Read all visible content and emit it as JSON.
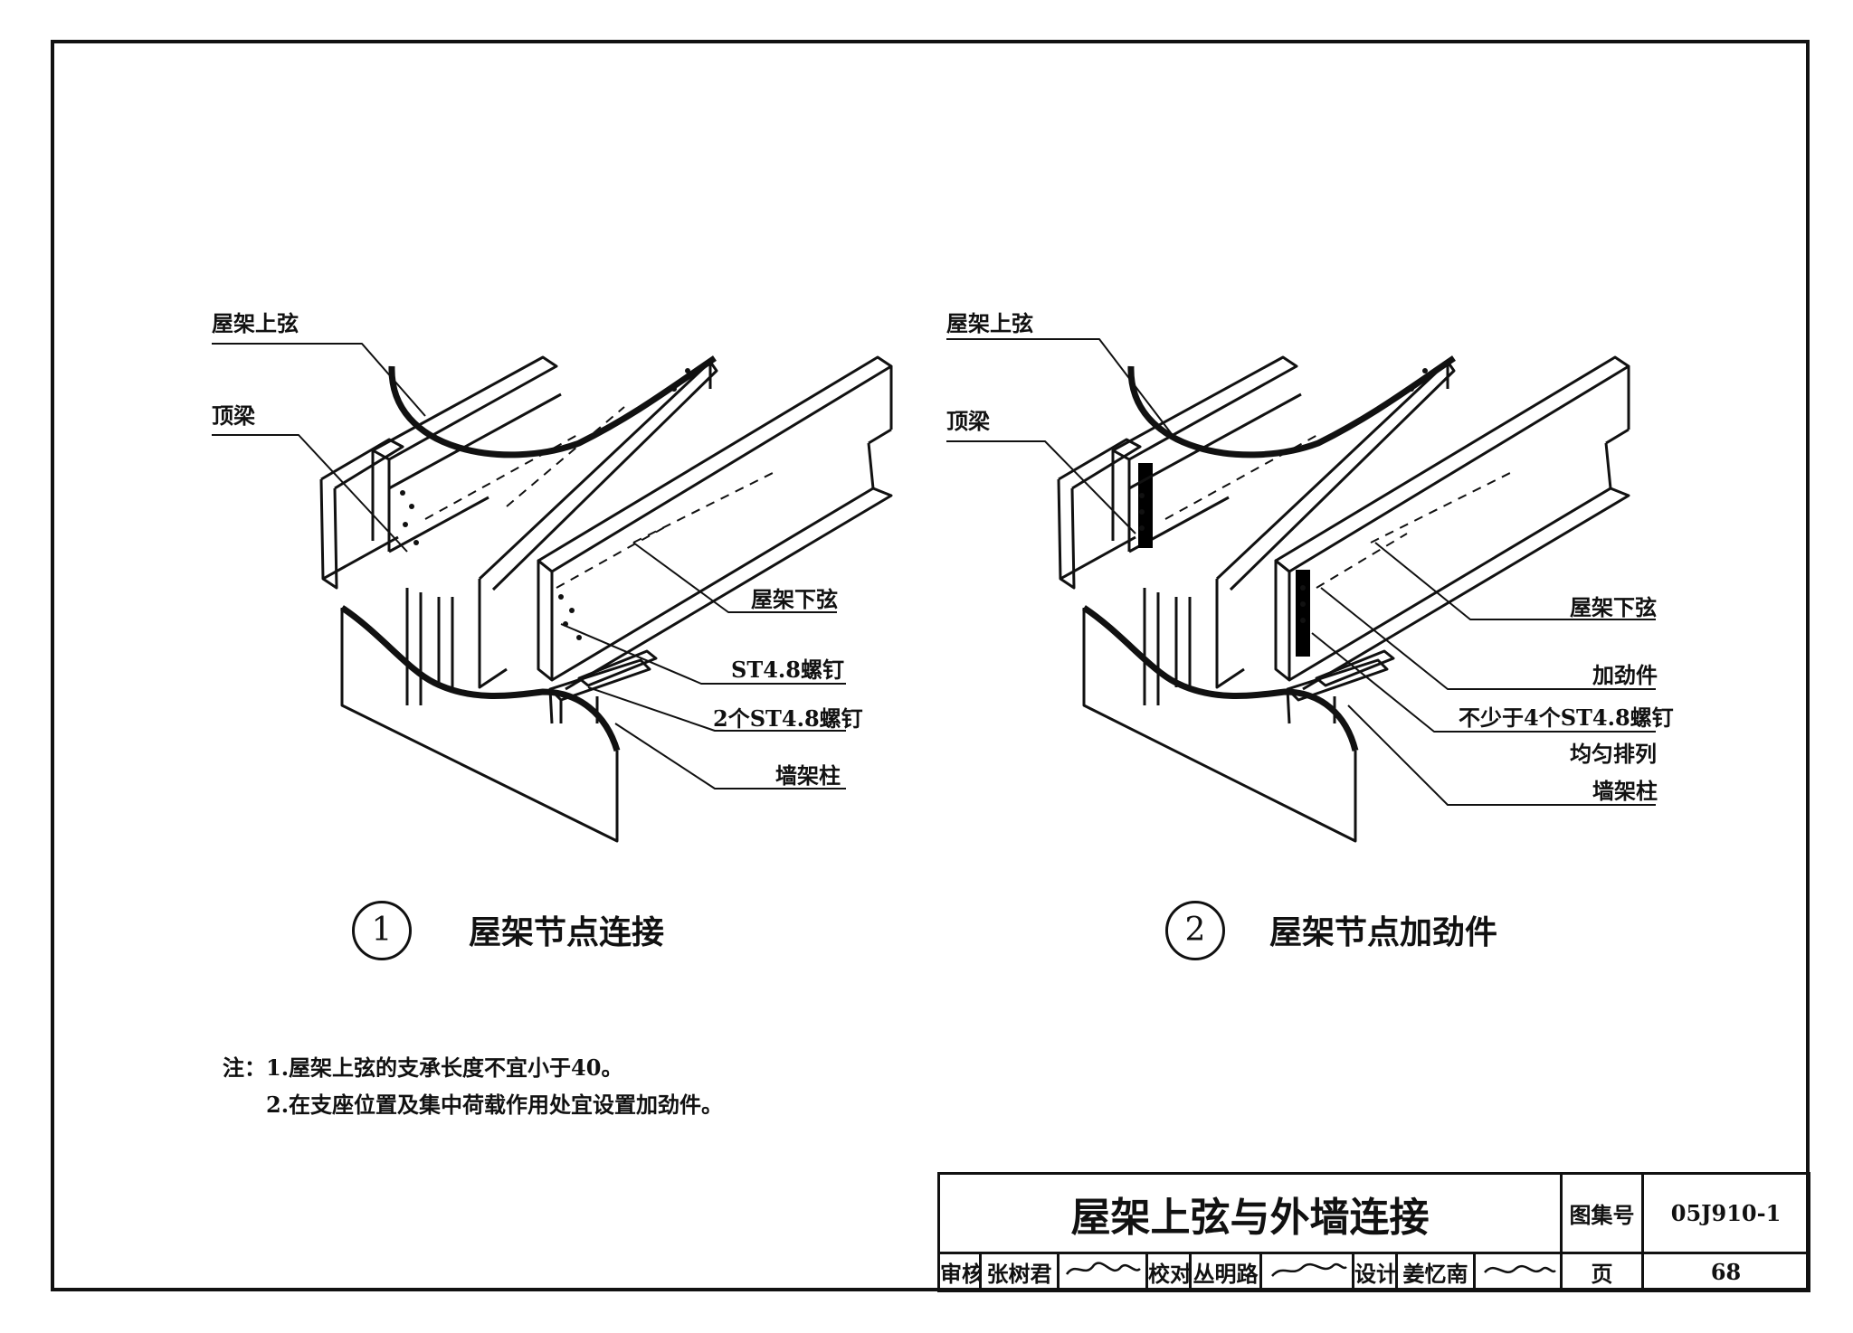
{
  "detail1": {
    "number": "1",
    "title": "屋架节点连接",
    "labels": {
      "top_chord": "屋架上弦",
      "top_beam": "顶梁",
      "bottom_chord": "屋架下弦",
      "screw": "ST4.8螺钉",
      "screws2": "2个ST4.8螺钉",
      "wall_stud": "墙架柱"
    }
  },
  "detail2": {
    "number": "2",
    "title": "屋架节点加劲件",
    "labels": {
      "top_chord": "屋架上弦",
      "top_beam": "顶梁",
      "bottom_chord": "屋架下弦",
      "stiffener": "加劲件",
      "screws4": "不少于4个ST4.8螺钉",
      "even": "均匀排列",
      "wall_stud": "墙架柱"
    }
  },
  "notes": {
    "head": "注：",
    "n1": "1.屋架上弦的支承长度不宜小于40。",
    "n2": "2.在支座位置及集中荷载作用处宜设置加劲件。"
  },
  "title_block": {
    "drawing_title": "屋架上弦与外墙连接",
    "atlas_label": "图集号",
    "atlas_no": "05J910-1",
    "review_label": "审核",
    "reviewer": "张树君",
    "review_sign": "张树君",
    "check_label": "校对",
    "checker": "丛明路",
    "check_sign": "丛明路",
    "design_label": "设计",
    "designer": "姜忆南",
    "design_sign": "姜忆南",
    "page_label": "页",
    "page_no": "68"
  }
}
